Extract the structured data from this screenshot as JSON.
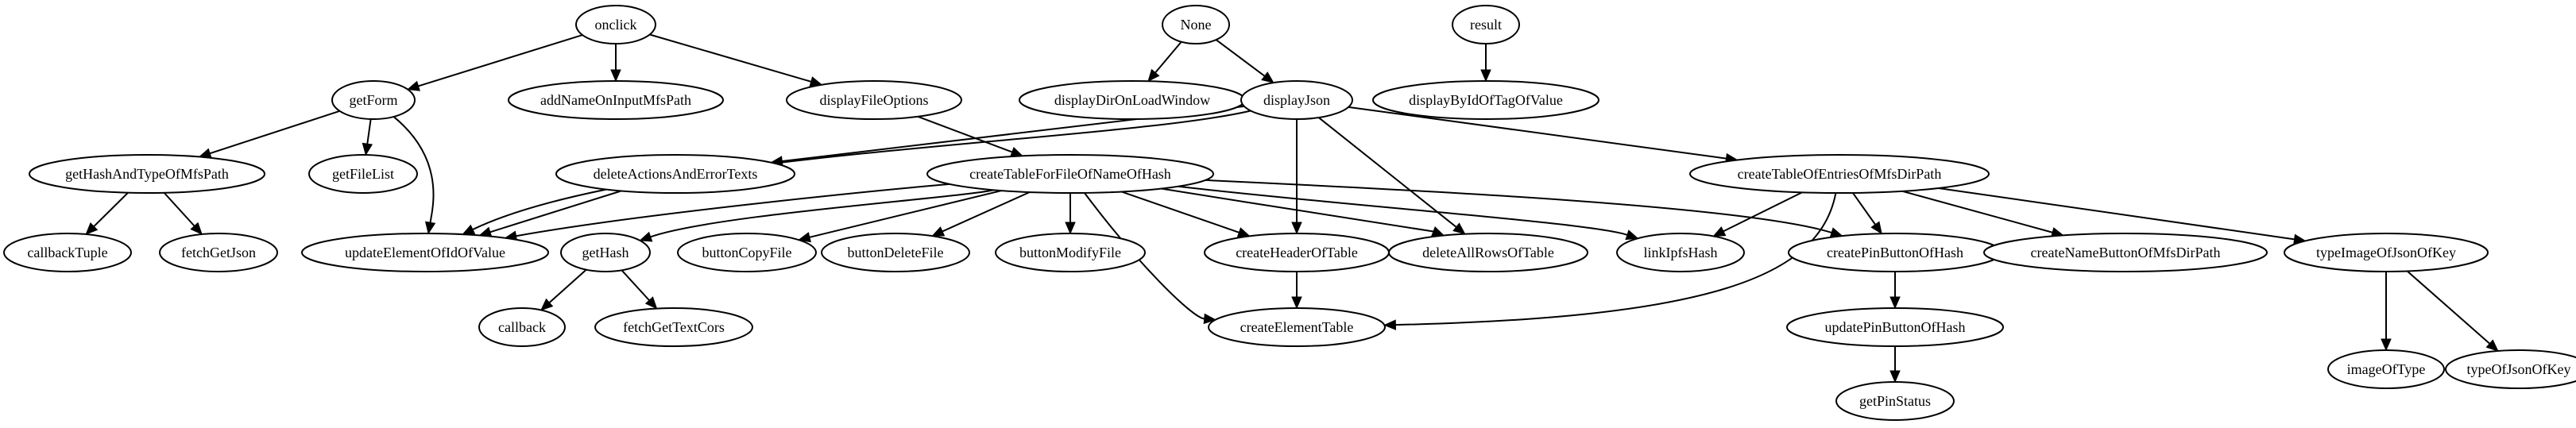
{
  "nodes": {
    "onclick": "onclick",
    "none": "None",
    "result": "result",
    "getForm": "getForm",
    "addNameOnInputMfsPath": "addNameOnInputMfsPath",
    "displayFileOptions": "displayFileOptions",
    "displayDirOnLoadWindow": "displayDirOnLoadWindow",
    "displayJson": "displayJson",
    "displayByIdOfTagOfValue": "displayByIdOfTagOfValue",
    "getHashAndTypeOfMfsPath": "getHashAndTypeOfMfsPath",
    "getFileList": "getFileList",
    "deleteActionsAndErrorTexts": "deleteActionsAndErrorTexts",
    "createTableForFileOfNameOfHash": "createTableForFileOfNameOfHash",
    "createTableOfEntriesOfMfsDirPath": "createTableOfEntriesOfMfsDirPath",
    "callbackTuple": "callbackTuple",
    "fetchGetJson": "fetchGetJson",
    "updateElementOfIdOfValue": "updateElementOfIdOfValue",
    "getHash": "getHash",
    "buttonCopyFile": "buttonCopyFile",
    "buttonDeleteFile": "buttonDeleteFile",
    "buttonModifyFile": "buttonModifyFile",
    "createHeaderOfTable": "createHeaderOfTable",
    "deleteAllRowsOfTable": "deleteAllRowsOfTable",
    "linkIpfsHash": "linkIpfsHash",
    "createPinButtonOfHash": "createPinButtonOfHash",
    "createNameButtonOfMfsDirPath": "createNameButtonOfMfsDirPath",
    "typeImageOfJsonOfKey": "typeImageOfJsonOfKey",
    "callback": "callback",
    "fetchGetTextCors": "fetchGetTextCors",
    "createElementTable": "createElementTable",
    "updatePinButtonOfHash": "updatePinButtonOfHash",
    "imageOfType": "imageOfType",
    "typeOfJsonOfKey": "typeOfJsonOfKey",
    "getPinStatus": "getPinStatus"
  },
  "edges": [
    [
      "onclick",
      "getForm"
    ],
    [
      "onclick",
      "addNameOnInputMfsPath"
    ],
    [
      "onclick",
      "displayFileOptions"
    ],
    [
      "none",
      "displayDirOnLoadWindow"
    ],
    [
      "none",
      "displayJson"
    ],
    [
      "result",
      "displayByIdOfTagOfValue"
    ],
    [
      "getForm",
      "getHashAndTypeOfMfsPath"
    ],
    [
      "getForm",
      "getFileList"
    ],
    [
      "getForm",
      "updateElementOfIdOfValue"
    ],
    [
      "displayFileOptions",
      "createTableForFileOfNameOfHash"
    ],
    [
      "displayJson",
      "deleteActionsAndErrorTexts"
    ],
    [
      "displayJson",
      "updateElementOfIdOfValue"
    ],
    [
      "displayJson",
      "createHeaderOfTable"
    ],
    [
      "displayJson",
      "deleteAllRowsOfTable"
    ],
    [
      "displayJson",
      "createTableOfEntriesOfMfsDirPath"
    ],
    [
      "getHashAndTypeOfMfsPath",
      "callbackTuple"
    ],
    [
      "getHashAndTypeOfMfsPath",
      "fetchGetJson"
    ],
    [
      "deleteActionsAndErrorTexts",
      "updateElementOfIdOfValue"
    ],
    [
      "createTableForFileOfNameOfHash",
      "updateElementOfIdOfValue"
    ],
    [
      "createTableForFileOfNameOfHash",
      "getHash"
    ],
    [
      "createTableForFileOfNameOfHash",
      "buttonCopyFile"
    ],
    [
      "createTableForFileOfNameOfHash",
      "buttonDeleteFile"
    ],
    [
      "createTableForFileOfNameOfHash",
      "buttonModifyFile"
    ],
    [
      "createTableForFileOfNameOfHash",
      "createHeaderOfTable"
    ],
    [
      "createTableForFileOfNameOfHash",
      "createElementTable"
    ],
    [
      "createTableForFileOfNameOfHash",
      "deleteAllRowsOfTable"
    ],
    [
      "createTableForFileOfNameOfHash",
      "linkIpfsHash"
    ],
    [
      "createTableForFileOfNameOfHash",
      "createPinButtonOfHash"
    ],
    [
      "createTableOfEntriesOfMfsDirPath",
      "linkIpfsHash"
    ],
    [
      "createTableOfEntriesOfMfsDirPath",
      "createElementTable"
    ],
    [
      "createTableOfEntriesOfMfsDirPath",
      "createPinButtonOfHash"
    ],
    [
      "createTableOfEntriesOfMfsDirPath",
      "createNameButtonOfMfsDirPath"
    ],
    [
      "createTableOfEntriesOfMfsDirPath",
      "typeImageOfJsonOfKey"
    ],
    [
      "getHash",
      "callback"
    ],
    [
      "getHash",
      "fetchGetTextCors"
    ],
    [
      "createHeaderOfTable",
      "createElementTable"
    ],
    [
      "createPinButtonOfHash",
      "updatePinButtonOfHash"
    ],
    [
      "updatePinButtonOfHash",
      "getPinStatus"
    ],
    [
      "typeImageOfJsonOfKey",
      "imageOfType"
    ],
    [
      "typeImageOfJsonOfKey",
      "typeOfJsonOfKey"
    ]
  ]
}
